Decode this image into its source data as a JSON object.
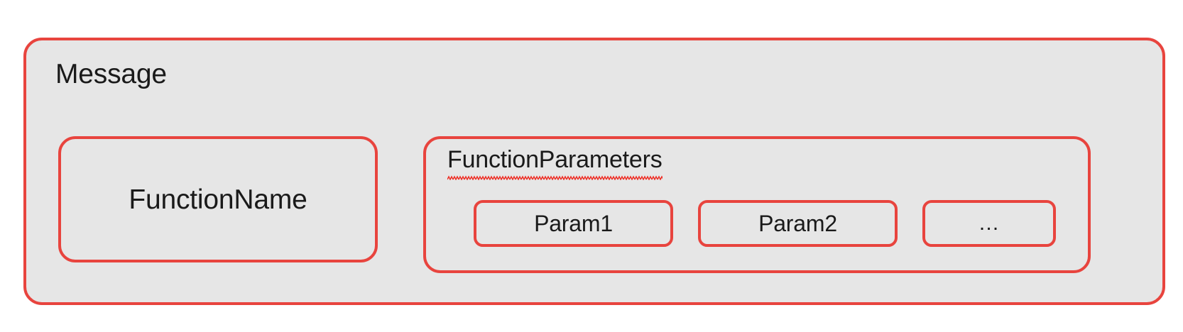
{
  "diagram": {
    "title": "Message",
    "colors": {
      "border": "#e8443e",
      "fill": "#e6e6e6",
      "text": "#1a1a1a",
      "spellcheck_underline": "#ee2b22",
      "page_background": "#ffffff"
    },
    "message_box": {
      "label": "Message",
      "function_name_box": {
        "label": "FunctionName"
      },
      "function_parameters_box": {
        "label": "FunctionParameters",
        "label_has_spellcheck_underline": true,
        "params": [
          {
            "label": "Param1"
          },
          {
            "label": "Param2"
          },
          {
            "label": "…"
          }
        ]
      }
    }
  }
}
